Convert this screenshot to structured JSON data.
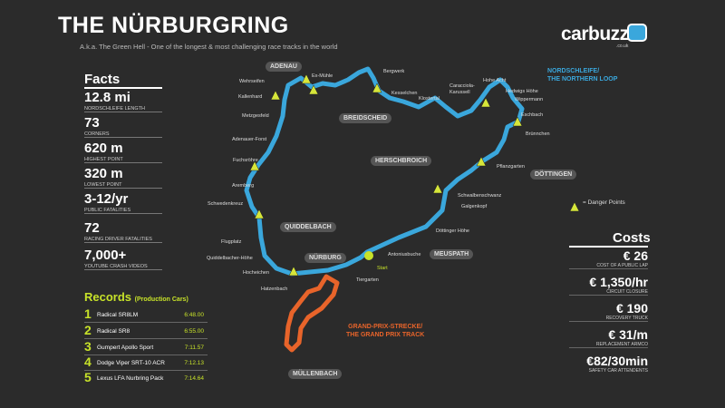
{
  "header": {
    "title": "THE NÜRBURGRING",
    "subtitle": "A.k.a. The Green Hell - One of the longest & most challenging race tracks in the world",
    "brand": "carbuzz",
    "brand_sub": ".co.uk"
  },
  "facts": {
    "heading": "Facts",
    "items": [
      {
        "value": "12.8 mi",
        "label": "NORDSCHLEIFE LENGTH"
      },
      {
        "value": "73",
        "label": "CORNERS"
      },
      {
        "value": "620 m",
        "label": "HIGHEST POINT"
      },
      {
        "value": "320 m",
        "label": "LOWEST POINT"
      },
      {
        "value": "3-12/yr",
        "label": "PUBLIC FATALITIES"
      },
      {
        "value": "72",
        "label": "RACING DRIVER FATALITIES"
      },
      {
        "value": "7,000+",
        "label": "YOUTUBE CRASH VIDEOS"
      }
    ]
  },
  "records": {
    "heading": "Records",
    "heading_small": "(Production Cars)",
    "items": [
      {
        "rank": "1",
        "car": "Radical SR8LM",
        "time": "6:48.00"
      },
      {
        "rank": "2",
        "car": "Radical SR8",
        "time": "6:55.00"
      },
      {
        "rank": "3",
        "car": "Gumpert Apollo Sport",
        "time": "7:11.57"
      },
      {
        "rank": "4",
        "car": "Dodge Viper SRT-10 ACR",
        "time": "7:12.13"
      },
      {
        "rank": "5",
        "car": "Lexus LFA Nurbring Pack",
        "time": "7:14.64"
      }
    ]
  },
  "costs": {
    "heading": "Costs",
    "items": [
      {
        "value": "€ 26",
        "label": "COST OF A PUBLIC LAP"
      },
      {
        "value": "€ 1,350/hr",
        "label": "CIRCUIT CLOSURE"
      },
      {
        "value": "€ 190",
        "label": "RECOVERY TRUCK"
      },
      {
        "value": "€ 31/m",
        "label": "REPLACEMENT ARMCO"
      },
      {
        "value": "€82/30min",
        "label": "SAFETY CAR ATTENDENTS"
      }
    ]
  },
  "map": {
    "towns": {
      "adenau": "ADENAU",
      "breidscheid": "BREIDSCHEID",
      "herschbroich": "HERSCHBROICH",
      "dottingen": "DÖTTINGEN",
      "quiddelbach": "QUIDDELBACH",
      "nurburg": "NÜRBURG",
      "meuspath": "MEUSPATH",
      "mullenbach": "MÜLLENBACH"
    },
    "nordschleife_label_1": "NORDSCHLEIFE/",
    "nordschleife_label_2": "THE NORTHERN LOOP",
    "gp_label_1": "GRAND-PRIX-STRECKE/",
    "gp_label_2": "THE GRAND PRIX TRACK",
    "legend": "= Danger Points",
    "start": "Start",
    "corners": {
      "ex_muhle": "Ex-Mühle",
      "wehrseifen": "Wehrseifen",
      "bergwerk": "Bergwerk",
      "kallenhard": "Kallenhard",
      "kesselchen": "Kesselchen",
      "metzgesfeld": "Metzgesfeld",
      "klostertal": "Klostertal",
      "caracciola": "Caracciola-",
      "karussell": "Karussell",
      "hohe_acht": "Hohe Acht",
      "hedwigs": "Hedwigs Höhe",
      "wippermann": "Wippermann",
      "eschbach": "Eschbach",
      "brunnchen": "Brünnchen",
      "adenauer_forst": "Adenauer-Forst",
      "fuchsrohre": "Fuchsröhre",
      "pflanzgarten": "Pflanzgarten",
      "aremberg": "Aremberg",
      "schwalbenschwanz": "Schwalbenschwanz",
      "schwedenkreuz": "Schwedenkreuz",
      "galgenkopf": "Galgenkopf",
      "dottinger_hohe": "Döttinger Höhe",
      "flugplatz": "Flugplatz",
      "antoniusbuche": "Antoniusbuche",
      "quiddelbacher": "Quiddelbacher-Höhe",
      "hocheichen": "Hocheichen",
      "tiergarten": "Tiergarten",
      "hatzenbach": "Hatzenbach"
    }
  },
  "colors": {
    "background": "#2b2b2b",
    "track_blue": "#3aa7dc",
    "gp_orange": "#e8642a",
    "accent_green": "#c7e229",
    "danger_yellow": "#d6e63a"
  }
}
